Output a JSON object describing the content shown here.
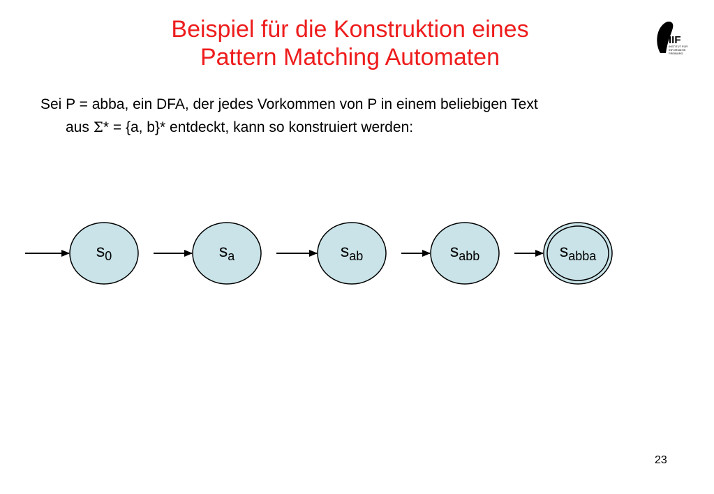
{
  "slide": {
    "title_line1": "Beispiel für die Konstruktion eines",
    "title_line2": "Pattern Matching Automaten",
    "text_line1": "Sei P = abba, ein DFA, der jedes Vorkommen von P in einem beliebigen Text",
    "text_line2_prefix": "aus ",
    "text_line2_sigma": "Σ",
    "text_line2_rest": "* = {a, b}* entdeckt, kann so konstruiert werden:",
    "page_number": "23"
  },
  "logo": {
    "icon": "iif-logo-icon",
    "letters": "IIF",
    "caption": [
      "INSTITUT FÜR",
      "INFORMATIK",
      "FREIBURG"
    ]
  },
  "automaton": {
    "states": [
      {
        "base": "s",
        "sub": "0",
        "accepting": false
      },
      {
        "base": "s",
        "sub": "a",
        "accepting": false
      },
      {
        "base": "s",
        "sub": "ab",
        "accepting": false
      },
      {
        "base": "s",
        "sub": "abb",
        "accepting": false
      },
      {
        "base": "s",
        "sub": "abba",
        "accepting": true
      }
    ],
    "colors": {
      "state_fill": "#c9e3e8",
      "stroke": "#000000",
      "title": "#ee1c1c"
    }
  }
}
